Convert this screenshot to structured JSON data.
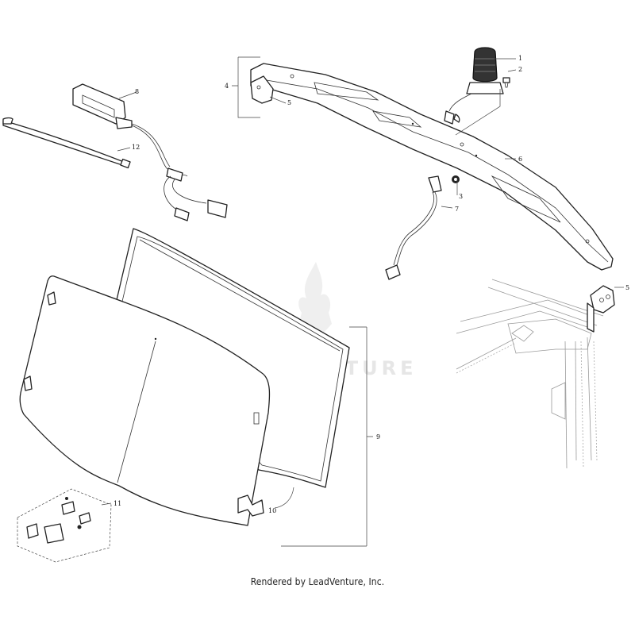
{
  "diagram": {
    "callouts": {
      "c1": "1",
      "c2": "2",
      "c3": "3",
      "c4": "4",
      "c5a": "5",
      "c5b": "5",
      "c6": "6",
      "c7": "7",
      "c8": "8",
      "c9": "9",
      "c10": "10",
      "c11": "11",
      "c12": "12"
    },
    "watermark": "LEADVENTURE",
    "credit": "Rendered by LeadVenture, Inc."
  },
  "colors": {
    "line": "#222222",
    "watermark": "#e6e6e6"
  }
}
